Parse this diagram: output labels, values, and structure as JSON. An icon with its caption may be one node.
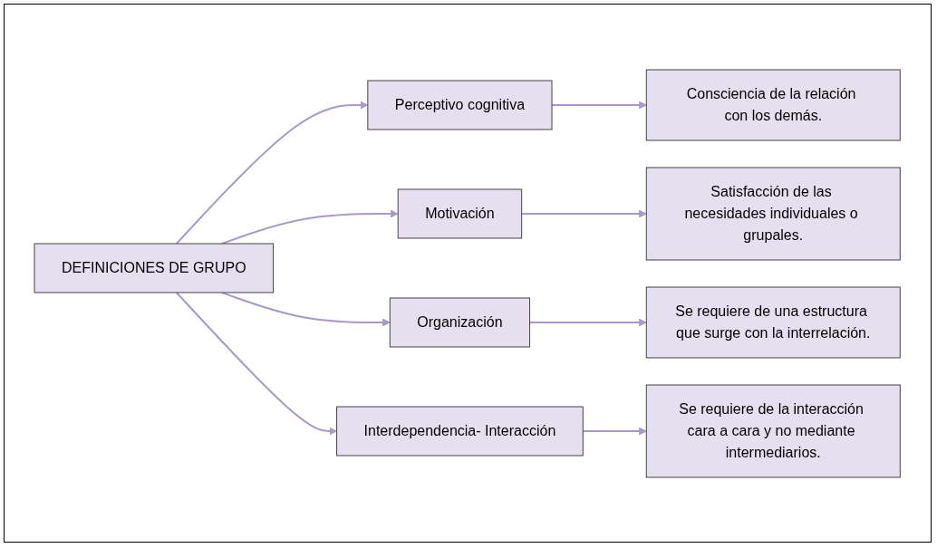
{
  "diagram": {
    "nodes": [
      {
        "text": [
          "DEFINICIONES DE GRUPO"
        ]
      },
      {
        "text": [
          "Perceptivo cognitiva"
        ]
      },
      {
        "text": [
          "Consciencia de la relación con los demás."
        ]
      },
      {
        "text": [
          "Motivación"
        ]
      },
      {
        "text": [
          "Satisfacción de las necesidades individuales o grupales."
        ]
      },
      {
        "text": [
          "Organización"
        ]
      },
      {
        "text": [
          "Se requiere de una estructura que surge con la interrelación."
        ]
      },
      {
        "text": [
          "Interdependencia- Interacción"
        ]
      },
      {
        "text": [
          "Se requiere de la interacción cara a cara y no mediante intermediarios."
        ]
      }
    ],
    "edges": [
      {
        "from": 0,
        "to": 1,
        "arrow": "to"
      },
      {
        "from": 0,
        "to": 3,
        "arrow": "to"
      },
      {
        "from": 0,
        "to": 5,
        "arrow": "to"
      },
      {
        "from": 0,
        "to": 7,
        "arrow": "to"
      },
      {
        "from": 1,
        "to": 2,
        "arrow": "to"
      },
      {
        "from": 3,
        "to": 4,
        "arrow": "to"
      },
      {
        "from": 5,
        "to": 6,
        "arrow": "to"
      },
      {
        "from": 7,
        "to": 8,
        "arrow": "to"
      }
    ]
  }
}
